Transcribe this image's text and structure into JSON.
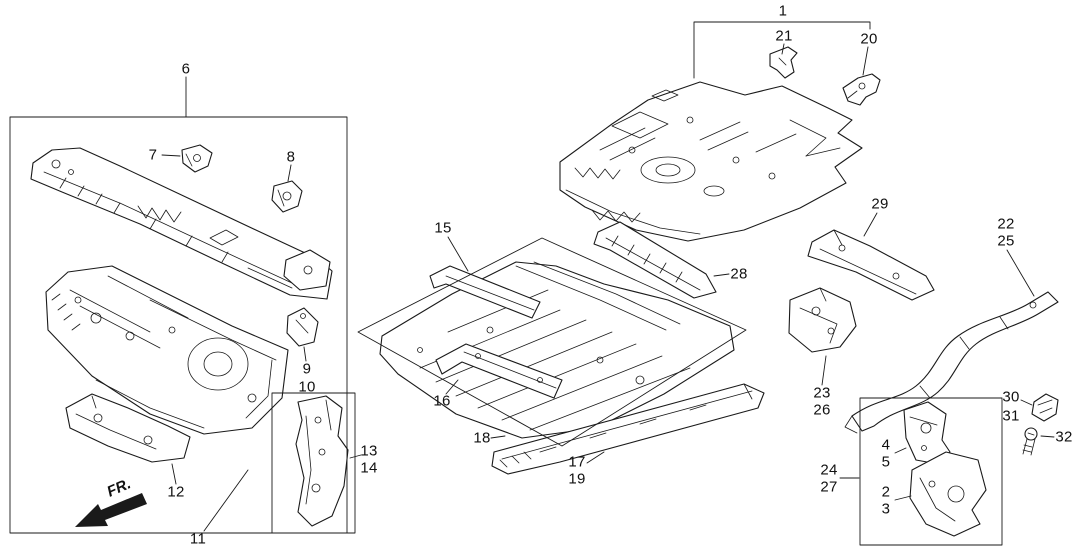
{
  "diagram": {
    "fr_label": "FR.",
    "line_color": "#1a1a1a",
    "background_color": "#ffffff"
  },
  "callouts": [
    {
      "label": "1"
    },
    {
      "label": "21"
    },
    {
      "label": "20"
    },
    {
      "label": "6"
    },
    {
      "label": "7"
    },
    {
      "label": "8"
    },
    {
      "label": "15"
    },
    {
      "label": "29"
    },
    {
      "label": "22"
    },
    {
      "label": "25"
    },
    {
      "label": "28"
    },
    {
      "label": "9"
    },
    {
      "label": "10"
    },
    {
      "label": "23"
    },
    {
      "label": "26"
    },
    {
      "label": "30"
    },
    {
      "label": "31"
    },
    {
      "label": "32"
    },
    {
      "label": "16"
    },
    {
      "label": "13"
    },
    {
      "label": "14"
    },
    {
      "label": "18"
    },
    {
      "label": "4"
    },
    {
      "label": "5"
    },
    {
      "label": "17"
    },
    {
      "label": "19"
    },
    {
      "label": "12"
    },
    {
      "label": "24"
    },
    {
      "label": "27"
    },
    {
      "label": "2"
    },
    {
      "label": "3"
    },
    {
      "label": "11"
    }
  ]
}
